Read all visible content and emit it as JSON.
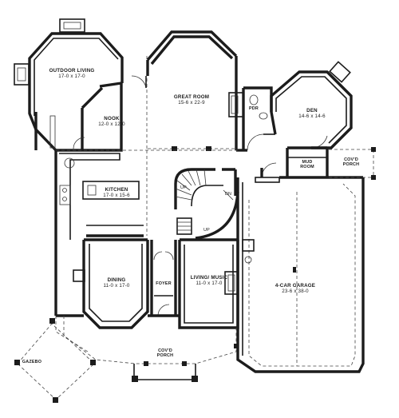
{
  "rooms": {
    "outdoor_living": {
      "name": "OUTDOOR LIVING",
      "dim": "17-0 x 17-0"
    },
    "great_room": {
      "name": "GREAT ROOM",
      "dim": "15-6 x 22-9"
    },
    "nook": {
      "name": "NOOK",
      "dim": "12-0 x 12-0"
    },
    "den": {
      "name": "DEN",
      "dim": "14-6 x 14-6"
    },
    "pdr": {
      "name": "PDR"
    },
    "mud_room": {
      "name": "MUD ROOM"
    },
    "covd_porch_right": {
      "name": "COV'D PORCH"
    },
    "kitchen": {
      "name": "KITCHEN",
      "dim": "17-0 x 15-6"
    },
    "dining": {
      "name": "DINING",
      "dim": "11-0 x 17-0"
    },
    "foyer": {
      "name": "FOYER"
    },
    "living_music": {
      "name": "LIVING/ MUSIC",
      "dim": "11-0 x 17-0"
    },
    "garage": {
      "name": "4-CAR GARAGE",
      "dim": "23-6 x 38-0"
    },
    "gazebo": {
      "name": "GAZEBO"
    },
    "covd_porch_front": {
      "name": "COV'D PORCH"
    }
  },
  "stairs": {
    "up_1": "UP",
    "up_2": "UP",
    "dn": "DN"
  },
  "colors": {
    "wall": "#1c1c1c",
    "background": "#ffffff"
  }
}
